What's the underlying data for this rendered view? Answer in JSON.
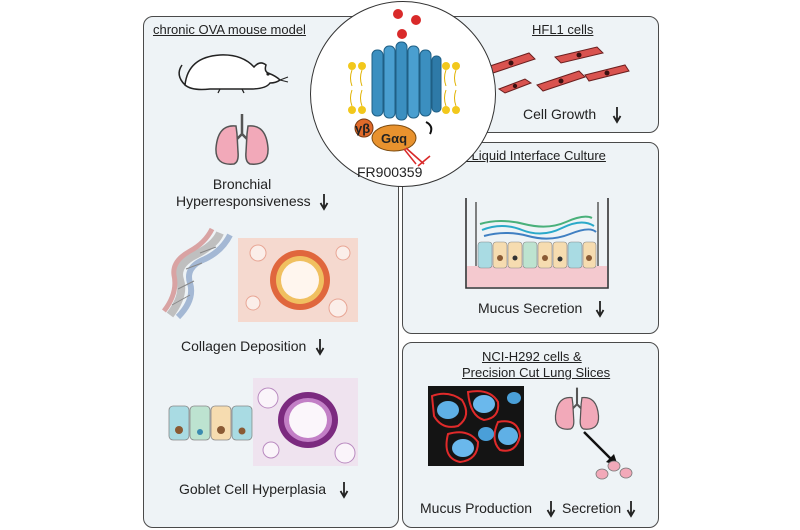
{
  "left_panel": {
    "title": "chronic OVA mouse model",
    "bronchial_line1": "Bronchial",
    "bronchial_line2": "Hyperresponsiveness",
    "collagen": "Collagen Deposition",
    "goblet": "Goblet Cell Hyperplasia"
  },
  "center": {
    "gbeta_label": "γβ",
    "galpha_label": "Gαq",
    "inhibitor": "FR900359"
  },
  "hfl1_panel": {
    "title": "HFL1 cells",
    "effect": "Cell Growth"
  },
  "ali_panel": {
    "title": "Air Liquid Interface Culture",
    "effect": "Mucus Secretion"
  },
  "nci_panel": {
    "title_line1": "NCI-H292 cells &",
    "title_line2": "Precision Cut Lung Slices",
    "effect1": "Mucus Production",
    "effect2": "Secretion"
  },
  "colors": {
    "panel_bg": "#eef3f6",
    "receptor": "#3b8fc0",
    "g_protein": "#e8922e",
    "lipid_head": "#f2c81c",
    "ligand": "#d92a2a",
    "lung": "#f2a9b9",
    "cell_red": "#d9534f"
  }
}
